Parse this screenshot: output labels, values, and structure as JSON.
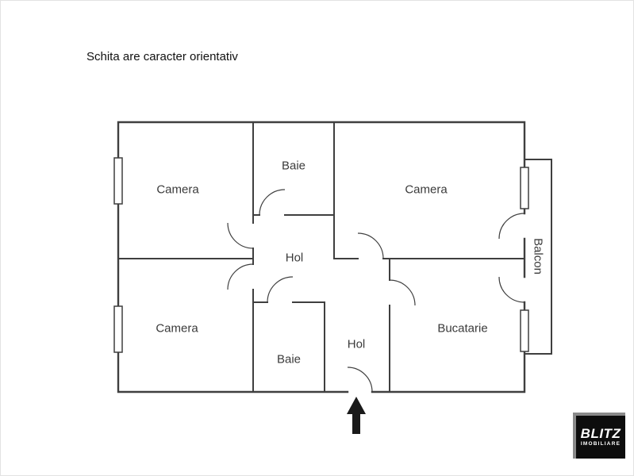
{
  "title": "Schita are caracter orientativ",
  "rooms": {
    "camera_top_left": "Camera",
    "baie_top": "Baie",
    "camera_top_right": "Camera",
    "hol_center": "Hol",
    "camera_bottom_left": "Camera",
    "baie_bottom": "Baie",
    "hol_bottom": "Hol",
    "bucatarie": "Bucatarie",
    "balcon": "Balcon"
  },
  "logo": {
    "brand": "BLITZ",
    "tagline": "IMOBILIARE"
  },
  "colors": {
    "wall": "#3f3f3f",
    "label_text": "#3a3a3a",
    "title_text": "#111111",
    "arrow": "#1a1a1a",
    "logo_bg": "#0d0d0d",
    "logo_frame": "#8a8a8a",
    "logo_text": "#ffffff"
  }
}
